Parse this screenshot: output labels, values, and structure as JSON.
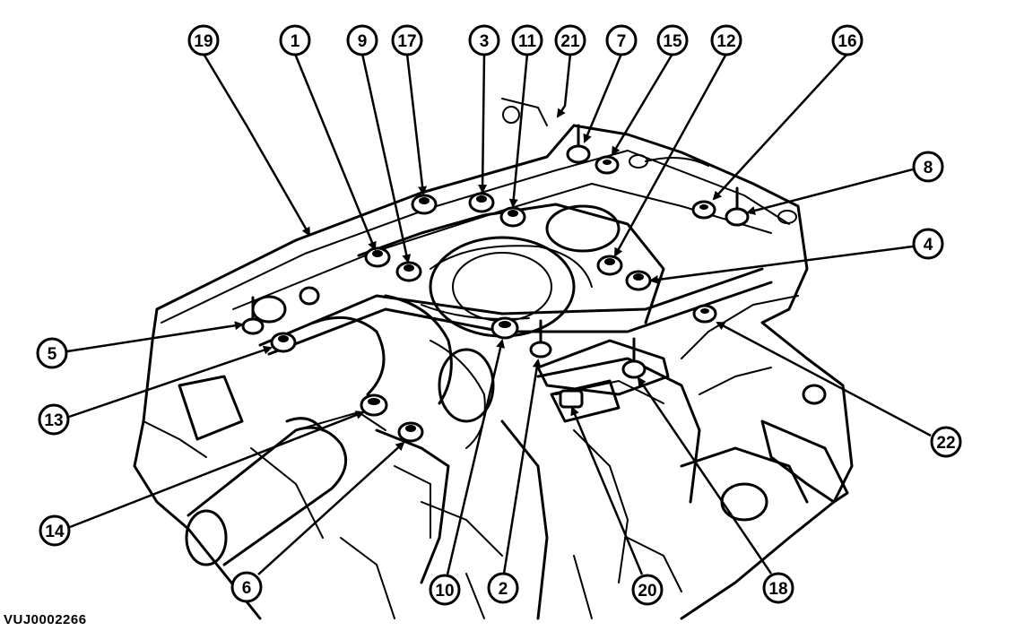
{
  "figure_code": "VUJ0002266",
  "callouts": [
    {
      "label": "19"
    },
    {
      "label": "1"
    },
    {
      "label": "9"
    },
    {
      "label": "17"
    },
    {
      "label": "3"
    },
    {
      "label": "11"
    },
    {
      "label": "21"
    },
    {
      "label": "7"
    },
    {
      "label": "15"
    },
    {
      "label": "12"
    },
    {
      "label": "16"
    },
    {
      "label": "8"
    },
    {
      "label": "4"
    },
    {
      "label": "5"
    },
    {
      "label": "13"
    },
    {
      "label": "22"
    },
    {
      "label": "14"
    },
    {
      "label": "6"
    },
    {
      "label": "10"
    },
    {
      "label": "2"
    },
    {
      "label": "20"
    },
    {
      "label": "18"
    }
  ]
}
